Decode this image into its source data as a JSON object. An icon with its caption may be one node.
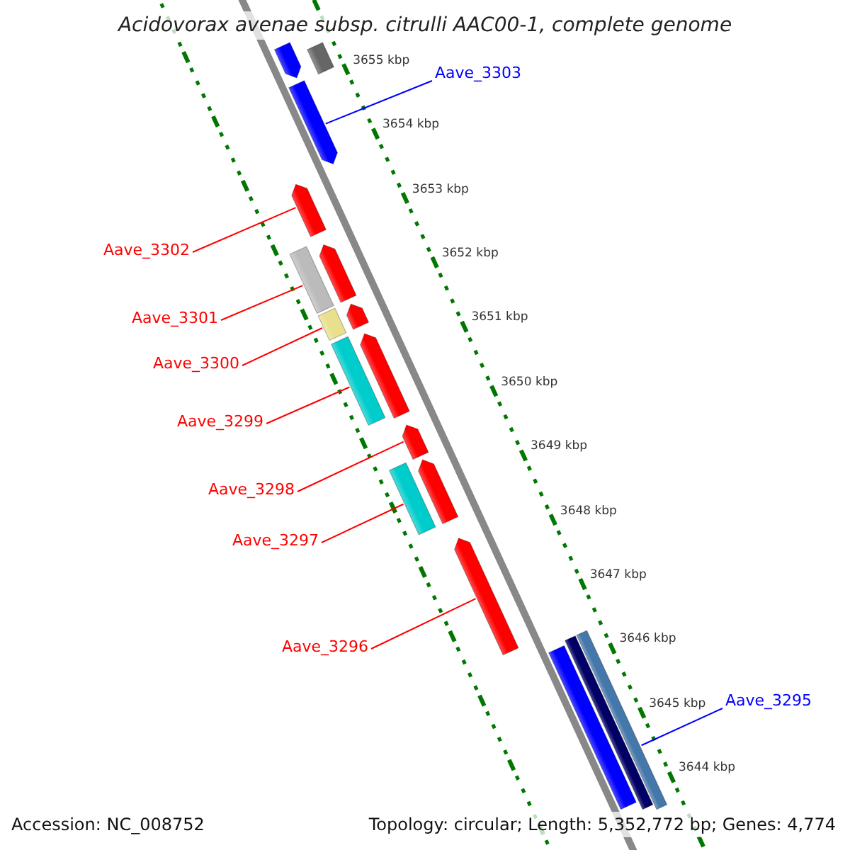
{
  "diagram": {
    "title": "Acidovorax avenae subsp. citrulli AAC00-1, complete genome",
    "nodes": [
      {
        "text": [
          "Aave_3303"
        ]
      },
      {
        "text": [
          "Aave_3302"
        ]
      },
      {
        "text": [
          "Aave_3301"
        ]
      },
      {
        "text": [
          "Aave_3300"
        ]
      },
      {
        "text": [
          "Aave_3299"
        ]
      },
      {
        "text": [
          "Aave_3298"
        ]
      },
      {
        "text": [
          "Aave_3297"
        ]
      },
      {
        "text": [
          "Aave_3296"
        ]
      },
      {
        "text": [
          "Aave_3295"
        ]
      },
      {
        "text": [],
        "shape": "arrow"
      },
      {
        "text": [],
        "shape": "bar"
      },
      {
        "text": [],
        "shape": "arrow"
      },
      {
        "text": [],
        "shape": "arrow"
      },
      {
        "text": [],
        "shape": "bar"
      },
      {
        "text": [],
        "shape": "arrow"
      },
      {
        "text": [],
        "shape": "bar"
      },
      {
        "text": [],
        "shape": "arrow"
      },
      {
        "text": [],
        "shape": "bar"
      },
      {
        "text": [],
        "shape": "arrow"
      },
      {
        "text": [],
        "shape": "arrow"
      },
      {
        "text": [],
        "shape": "bar"
      },
      {
        "text": [],
        "shape": "arrow"
      },
      {
        "text": [],
        "shape": "arrow"
      },
      {
        "text": [],
        "shape": "bar"
      },
      {
        "text": [],
        "shape": "bar"
      },
      {
        "text": [],
        "shape": "bar"
      }
    ],
    "edges": [
      {
        "from": 0,
        "to": 11,
        "arrow": "none",
        "color": "#0000ff"
      },
      {
        "from": 1,
        "to": 12,
        "arrow": "none"
      },
      {
        "from": 2,
        "to": 13,
        "arrow": "none"
      },
      {
        "from": 3,
        "to": 15,
        "arrow": "none"
      },
      {
        "from": 4,
        "to": 17,
        "arrow": "none"
      },
      {
        "from": 5,
        "to": 19,
        "arrow": "none"
      },
      {
        "from": 6,
        "to": 20,
        "arrow": "none"
      },
      {
        "from": 7,
        "to": 22,
        "arrow": "none"
      },
      {
        "from": 8,
        "to": 25,
        "arrow": "none",
        "color": "#0000ff"
      }
    ],
    "labels": [
      "3655 kbp",
      "3654 kbp",
      "3653 kbp",
      "3652 kbp",
      "3651 kbp",
      "3650 kbp",
      "3649 kbp",
      "3648 kbp",
      "3647 kbp",
      "3646 kbp",
      "3645 kbp",
      "3644 kbp",
      "Accession: NC_008752",
      "Topology: circular; Length: 5,352,772 bp; Genes: 4,774"
    ]
  }
}
